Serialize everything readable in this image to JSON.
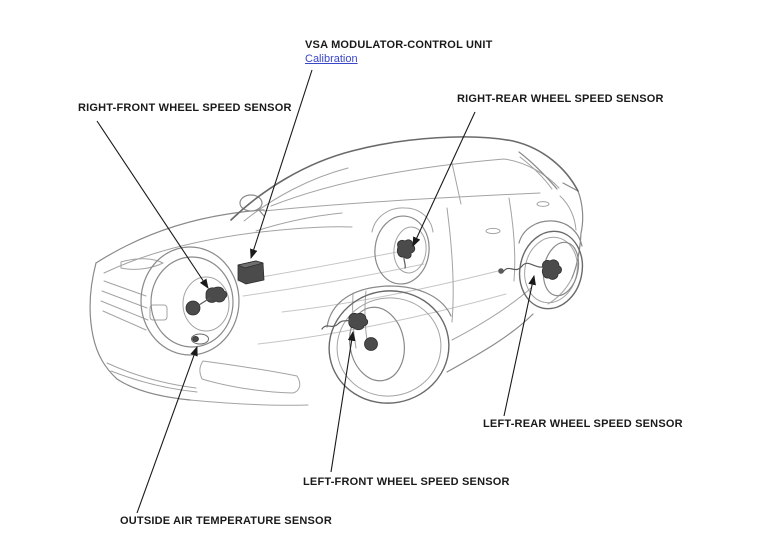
{
  "page": {
    "background_color": "#ffffff"
  },
  "callouts": {
    "vsa_unit": {
      "label": "VSA MODULATOR-CONTROL UNIT",
      "link_label": "Calibration"
    },
    "right_front": {
      "label": "RIGHT-FRONT WHEEL SPEED SENSOR"
    },
    "right_rear": {
      "label": "RIGHT-REAR WHEEL SPEED SENSOR"
    },
    "left_rear": {
      "label": "LEFT-REAR WHEEL SPEED SENSOR"
    },
    "left_front": {
      "label": "LEFT-FRONT WHEEL SPEED SENSOR"
    },
    "outside_air": {
      "label": "OUTSIDE AIR TEMPERATURE SENSOR"
    }
  },
  "colors": {
    "label_text": "#1a1a1a",
    "link": "#3a46c8",
    "leader_line": "#1a1a1a",
    "line_art_light": "#a3a3a3",
    "line_art_dark": "#6a6a6a",
    "sensor_fill": "#4b4b4b"
  }
}
